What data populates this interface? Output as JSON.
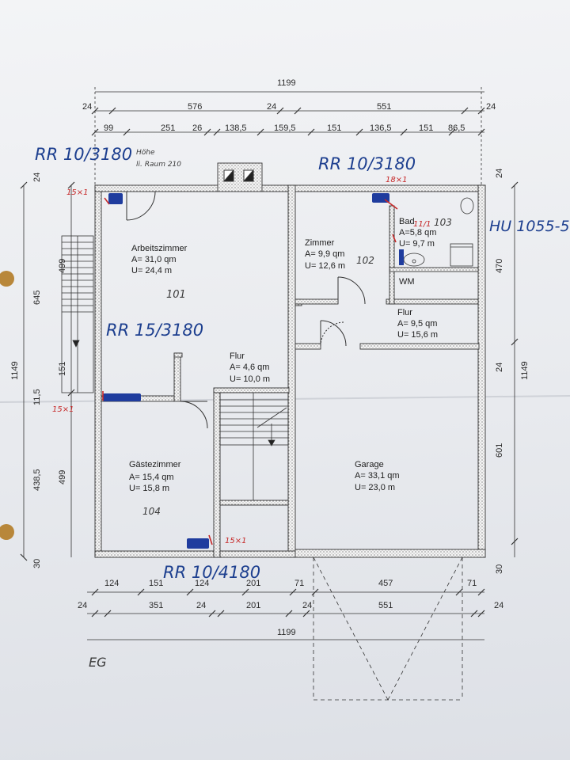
{
  "dimensions": {
    "top_total": "1199",
    "top_row2": [
      "24",
      "576",
      "24",
      "551",
      "24"
    ],
    "top_row3": [
      "99",
      "251",
      "26",
      "138,5",
      "159,5",
      "151",
      "136,5",
      "151",
      "86,5"
    ],
    "left_total": "1149",
    "left_segments": [
      "24",
      "645",
      "499",
      "151",
      "11,5",
      "438,5",
      "499",
      "30"
    ],
    "right_total": "1149",
    "right_segments": [
      "24",
      "470",
      "24",
      "601",
      "30"
    ],
    "bottom_row1": [
      "124",
      "151",
      "124",
      "201",
      "71",
      "457",
      "71"
    ],
    "bottom_row2": [
      "24",
      "351",
      "24",
      "201",
      "24",
      "551",
      "24"
    ],
    "bottom_total": "1199"
  },
  "rooms": {
    "arbeitszimmer": {
      "name": "Arbeitszimmer",
      "area": "A= 31,0 qm",
      "perimeter": "U= 24,4 m"
    },
    "zimmer": {
      "name": "Zimmer",
      "area": "A= 9,9 qm",
      "perimeter": "U= 12,6 m"
    },
    "bad": {
      "name": "Bad",
      "area": "A=5,8 qm",
      "perimeter": "U= 9,7 m"
    },
    "wm": {
      "name": "WM"
    },
    "flur_right": {
      "name": "Flur",
      "area": "A= 9,5 qm",
      "perimeter": "U= 15,6 m"
    },
    "flur_center": {
      "name": "Flur",
      "area": "A= 4,6 qm",
      "perimeter": "U= 10,0 m"
    },
    "gaestezimmer": {
      "name": "Gästezimmer",
      "area": "A= 15,4 qm",
      "perimeter": "U= 15,8 m"
    },
    "garage": {
      "name": "Garage",
      "area": "A= 33,1 qm",
      "perimeter": "U= 23,0 m"
    }
  },
  "annotations": {
    "rr_topleft": "RR 10/3180",
    "note_height": "Höhe",
    "note_height2": "li. Raum 210",
    "rr_topright": "RR 10/3180",
    "hu": "HU 1055-5",
    "rr_middle": "RR 15/3180",
    "rr_bottom": "RR 10/4180",
    "room_101": "101",
    "room_102": "102",
    "room_103": "103",
    "room_104": "104",
    "red_15x1_top": "15×1",
    "red_18x1": "18×1",
    "red_15x1_mid": "15×1",
    "red_15x1_bottom": "15×1",
    "red_11_1": "11/1",
    "floor_label": "EG"
  }
}
